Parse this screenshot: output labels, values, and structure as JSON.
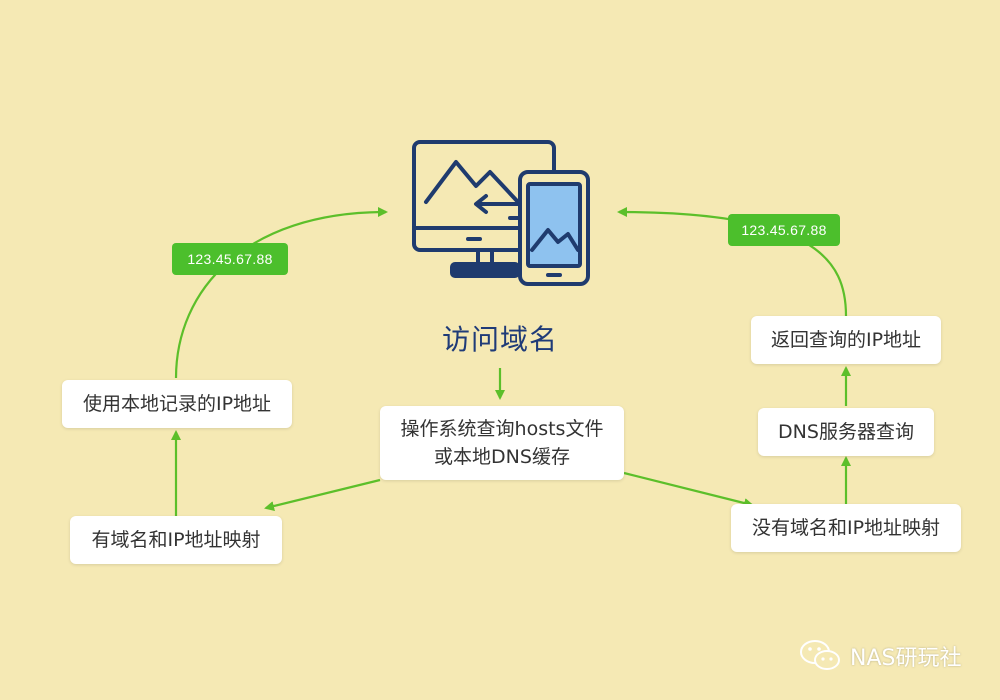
{
  "title": "访问域名",
  "nodes": {
    "os_query_line1": "操作系统查询hosts文件",
    "os_query_line2": "或本地DNS缓存",
    "has_mapping": "有域名和IP地址映射",
    "use_local": "使用本地记录的IP地址",
    "no_mapping": "没有域名和IP地址映射",
    "dns_query": "DNS服务器查询",
    "return_ip": "返回查询的IP地址"
  },
  "badges": {
    "left_ip": "123.45.67.88",
    "right_ip": "123.45.67.88"
  },
  "watermark": {
    "text": "NAS研玩社",
    "icon": "wechat-icon"
  },
  "colors": {
    "background": "#f5e9b4",
    "arrow": "#5cbf2a",
    "badge": "#4cbf2c",
    "icon_stroke": "#1f3b6e",
    "icon_fill": "#8ec2ef",
    "title": "#1f3b78"
  }
}
